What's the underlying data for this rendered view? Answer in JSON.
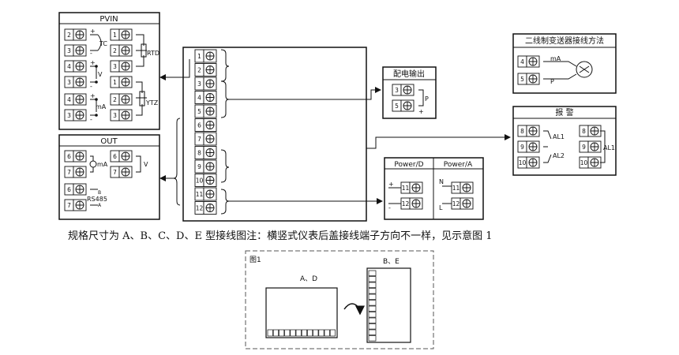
{
  "panels": {
    "pvin": {
      "title": "PVIN",
      "tc": "TC",
      "rtd": "RTD",
      "v": "V",
      "ma": "mA",
      "ytz": "YTZ"
    },
    "out": {
      "title": "OUT",
      "ma": "mA",
      "v": "V",
      "rs485": "RS485",
      "a": "A",
      "b": "B"
    },
    "power_out": {
      "title": "配电输出",
      "p": "P"
    },
    "two_wire": {
      "title": "二线制变送器接线方法",
      "ma": "mA",
      "p": "P"
    },
    "alarm": {
      "title": "报    警",
      "al1": "AL1",
      "al2": "AL2",
      "al1_right": "AL1"
    },
    "power": {
      "d_title": "Power/D",
      "a_title": "Power/A",
      "n": "N",
      "l": "L"
    }
  },
  "terminals": {
    "center": [
      "1",
      "2",
      "3",
      "4",
      "5",
      "6",
      "7",
      "8",
      "9",
      "10",
      "11",
      "12"
    ],
    "pvin_left": [
      "2",
      "3",
      "4",
      "3",
      "4",
      "3"
    ],
    "pvin_right": [
      "1",
      "2",
      "3",
      "1",
      "2",
      "3"
    ],
    "out_left": [
      "6",
      "7",
      "6",
      "7"
    ],
    "out_right": [
      "6",
      "7"
    ],
    "power_out": [
      "3",
      "5"
    ],
    "two_wire": [
      "4",
      "5"
    ],
    "alarm_left": [
      "8",
      "9",
      "10"
    ],
    "alarm_right": [
      "8",
      "9",
      "10"
    ],
    "power_d": [
      "11",
      "12"
    ],
    "power_a": [
      "11",
      "12"
    ]
  },
  "signs": {
    "plus": "+",
    "minus": "-"
  },
  "caption": "规格尺寸为 A、B、C、D、E 型接线图注：横竖式仪表后盖接线端子方向不一样，见示意图 1",
  "figure": {
    "title": "图1",
    "ad_label": "A、D",
    "be_label": "B、E"
  }
}
